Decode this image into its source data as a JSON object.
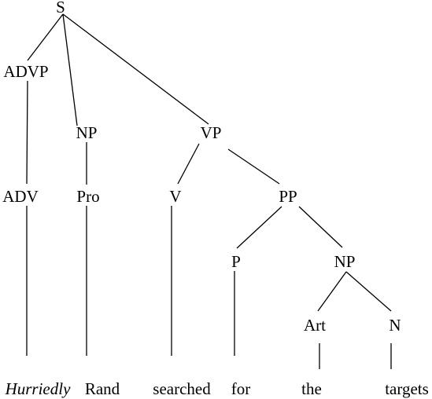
{
  "tree": {
    "nodes": [
      {
        "id": "s",
        "label": "S"
      },
      {
        "id": "advp",
        "label": "ADVP"
      },
      {
        "id": "np1",
        "label": "NP"
      },
      {
        "id": "vp",
        "label": "VP"
      },
      {
        "id": "adv",
        "label": "ADV"
      },
      {
        "id": "pro",
        "label": "Pro"
      },
      {
        "id": "v",
        "label": "V"
      },
      {
        "id": "pp",
        "label": "PP"
      },
      {
        "id": "p",
        "label": "P"
      },
      {
        "id": "np2",
        "label": "NP"
      },
      {
        "id": "art",
        "label": "Art"
      },
      {
        "id": "n",
        "label": "N"
      }
    ],
    "words": [
      {
        "id": "w1",
        "text": "Hurriedly",
        "italic": true
      },
      {
        "id": "w2",
        "text": "Rand",
        "italic": false
      },
      {
        "id": "w3",
        "text": "searched",
        "italic": false
      },
      {
        "id": "w4",
        "text": "for",
        "italic": false
      },
      {
        "id": "w5",
        "text": "the",
        "italic": false
      },
      {
        "id": "w6",
        "text": "targets",
        "italic": false
      }
    ],
    "edges": [
      [
        "s",
        "advp"
      ],
      [
        "s",
        "np1"
      ],
      [
        "s",
        "vp"
      ],
      [
        "advp",
        "adv"
      ],
      [
        "np1",
        "pro"
      ],
      [
        "vp",
        "v"
      ],
      [
        "vp",
        "pp"
      ],
      [
        "pp",
        "p"
      ],
      [
        "pp",
        "np2"
      ],
      [
        "np2",
        "art"
      ],
      [
        "np2",
        "n"
      ],
      [
        "adv",
        "w1"
      ],
      [
        "pro",
        "w2"
      ],
      [
        "v",
        "w3"
      ],
      [
        "p",
        "w4"
      ],
      [
        "art",
        "w5"
      ],
      [
        "n",
        "w6"
      ]
    ]
  }
}
